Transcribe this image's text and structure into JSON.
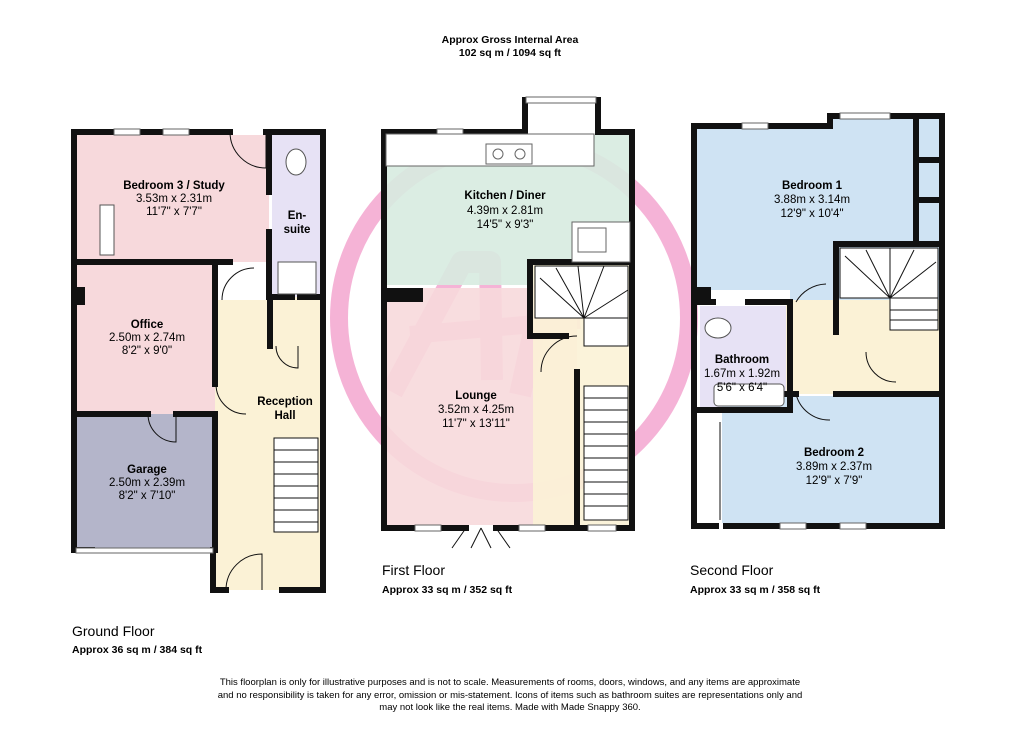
{
  "header": {
    "title": "Approx Gross Internal Area",
    "total": "102 sq m / 1094 sq ft"
  },
  "floors": {
    "ground": {
      "name": "Ground Floor",
      "area": "Approx 36 sq m / 384 sq ft"
    },
    "first": {
      "name": "First Floor",
      "area": "Approx 33 sq m / 352 sq ft"
    },
    "second": {
      "name": "Second Floor",
      "area": "Approx 33 sq m / 358 sq ft"
    }
  },
  "rooms": {
    "bedroom3": {
      "name": "Bedroom 3 / Study",
      "metric": "3.53m x 2.31m",
      "imperial": "11'7\" x 7'7\""
    },
    "ensuite": {
      "line1": "En-",
      "line2": "suite"
    },
    "office": {
      "name": "Office",
      "metric": "2.50m x 2.74m",
      "imperial": "8'2\" x 9'0\""
    },
    "garage": {
      "name": "Garage",
      "metric": "2.50m x 2.39m",
      "imperial": "8'2\" x 7'10\""
    },
    "reception": {
      "line1": "Reception",
      "line2": "Hall"
    },
    "kitchen": {
      "name": "Kitchen / Diner",
      "metric": "4.39m x 2.81m",
      "imperial": "14'5\" x 9'3\""
    },
    "lounge": {
      "name": "Lounge",
      "metric": "3.52m x 4.25m",
      "imperial": "11'7\" x 13'11\""
    },
    "bedroom1": {
      "name": "Bedroom 1",
      "metric": "3.88m x 3.14m",
      "imperial": "12'9\" x 10'4\""
    },
    "bathroom": {
      "name": "Bathroom",
      "metric": "1.67m x 1.92m",
      "imperial": "5'6\" x 6'4\""
    },
    "bedroom2": {
      "name": "Bedroom 2",
      "metric": "3.89m x 2.37m",
      "imperial": "12'9\" x 7'9\""
    }
  },
  "colors": {
    "wall": "#111111",
    "bedroom_pink": "#f7d9dc",
    "office_pink": "#f7d9dc",
    "hall_cream": "#fbf2d6",
    "garage_grey": "#b4b5ca",
    "ensuite_lilac": "#e7e2f5",
    "kitchen_green": "#d7ebe0",
    "bedroom_blue": "#cfe3f3",
    "watermark": "#f29ac9"
  },
  "disclaimer": {
    "line1": "This floorplan is only for illustrative purposes and is not to scale. Measurements of rooms, doors, windows, and any items are approximate",
    "line2": "and no responsibility is taken for any error, omission or mis-statement. Icons of items such as bathroom suites are representations only and",
    "line3": "may not look like the real items. Made with Made Snappy 360."
  }
}
